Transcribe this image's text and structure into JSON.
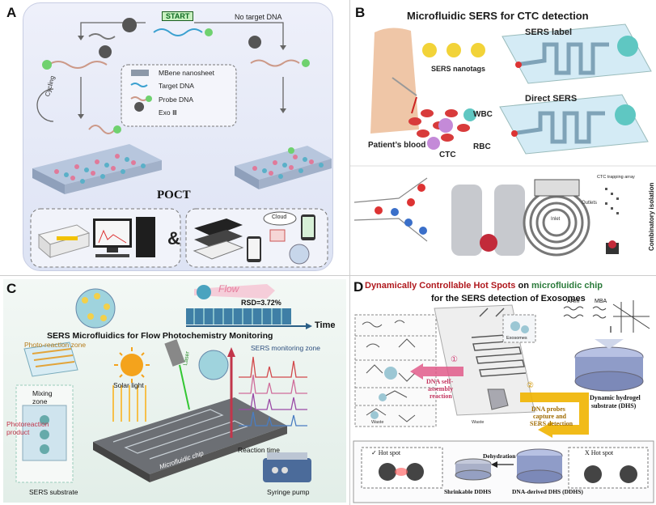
{
  "panelA": {
    "label": "A",
    "start": "START",
    "no_target": "No target DNA",
    "cycling": "Cycling",
    "legend": [
      "MBene nanosheet",
      "Target DNA",
      "Probe DNA",
      "Exo Ⅲ"
    ],
    "poct": "POCT",
    "amp": "&",
    "cloud": "Cloud"
  },
  "panelB": {
    "label": "B",
    "title": "Microfluidic SERS for CTC detection",
    "sers_label": "SERS label",
    "sers_nanotags": "SERS nanotags",
    "direct_sers": "Direct SERS",
    "wbc": "WBC",
    "rbc": "RBC",
    "ctc": "CTC",
    "patients_blood": "Patient’s blood",
    "ctc_trapping": "CTC trapping array",
    "inlet": "Inlet",
    "outlets": "Outlets",
    "combinatory": "Combinatory isolation"
  },
  "panelC": {
    "label": "C",
    "flow": "Flow",
    "rsd": "RSD=3.72%",
    "time": "Time",
    "title": "SERS Microfluidics for Flow Photochemistry Monitoring",
    "photo_zone": "Photo-reaction zone",
    "sers_monitoring": "SERS monitoring zone",
    "mixing_zone": [
      "Mixing",
      "zone"
    ],
    "solar_light": "Solar light",
    "laser": "Laser",
    "photo_product": [
      "Photoreaction",
      "product"
    ],
    "reaction_time": "Reaction time",
    "microfluidic_chip": "Microfluidic chip",
    "sers_substrate": "SERS substrate",
    "syringe_pump": "Syringe pump"
  },
  "panelD": {
    "label": "D",
    "title_line1_a": "Dynamically Controllable Hot Spots",
    "title_line1_b": " on ",
    "title_line1_c": "microfluidic chip",
    "title_line2": "for the SERS detection of Exosomes",
    "aam": "AAm",
    "mba": "MBA",
    "exosomes": "Exosomes",
    "step1": "①",
    "step2": "②",
    "dna_self": [
      "DNA self-",
      "assembly",
      "reaction"
    ],
    "dna_probes": [
      "DNA probes",
      "capture and",
      "SERS detection"
    ],
    "waste1": "Waste",
    "waste2": "Waste",
    "hydrogel": [
      "Dynamic hydrogel",
      "substrate (DHS)"
    ],
    "hot_spot_check": "✓ Hot spot",
    "hot_spot_x": "X Hot spot",
    "dehydration": "Dehydration",
    "shrinkable": "Shrinkable DDHS",
    "dna_derived": "DNA-derived DHS (DDHS)"
  },
  "colors": {
    "panelA_bg": "#dfe4f3",
    "panelC_bg": "#e6f1ec",
    "title_red": "#b0191e",
    "title_green": "#2a7a3a",
    "arrow_yellow": "#f0b400",
    "arrow_pink": "#e05a8a"
  }
}
